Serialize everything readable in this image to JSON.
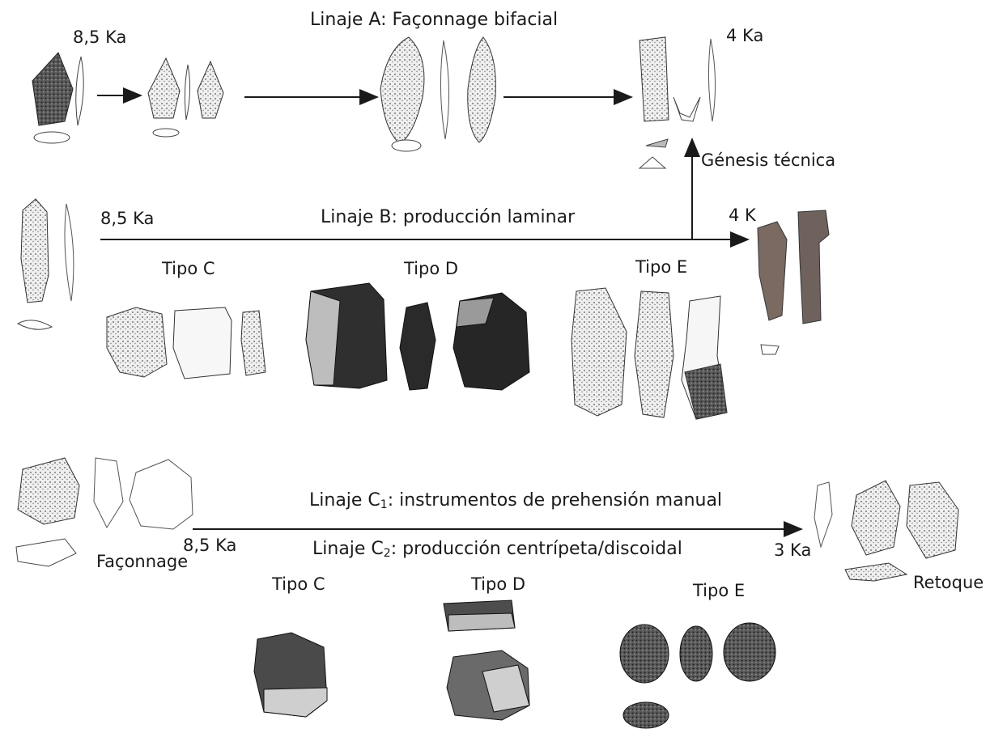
{
  "lineage_a": {
    "title": "Linaje A: Façonnage bifacial",
    "start_age": "8,5 Ka",
    "end_age": "4 Ka",
    "genesis_label": "Génesis técnica"
  },
  "lineage_b": {
    "title": "Linaje B:  producción laminar",
    "start_age": "8,5 Ka",
    "end_age": "4 K",
    "types": [
      "Tipo C",
      "Tipo D",
      "Tipo E"
    ]
  },
  "lineage_c": {
    "title_c1_prefix": "Linaje C",
    "title_c1_sub": "1",
    "title_c1_rest": ": instrumentos de prehensión manual",
    "title_c2_prefix": "Linaje C",
    "title_c2_sub": "2",
    "title_c2_rest": ": producción centrípeta/discoidal",
    "start_age": "8,5 Ka",
    "end_age": "3 Ka",
    "start_label": "Façonnage",
    "end_label": "Retoque",
    "types": [
      "Tipo C",
      "Tipo D",
      "Tipo E"
    ]
  },
  "colors": {
    "line": "#1a1a1a",
    "dark_stone": "#3a3a3a",
    "mid_stone": "#8a8a8a",
    "light_stone": "#d8d8d8"
  }
}
